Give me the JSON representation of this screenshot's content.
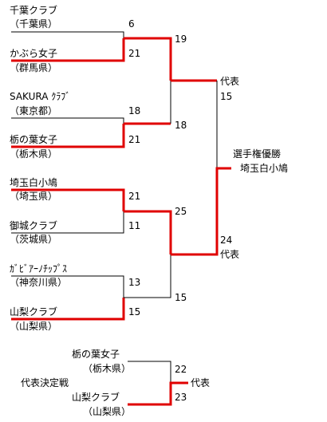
{
  "teams": [
    {
      "name": "千葉クラブ",
      "pref": "（千葉県）"
    },
    {
      "name": "かぶら女子",
      "pref": "（群馬県）"
    },
    {
      "name": "SAKURA ｸﾗﾌﾞ",
      "pref": "（東京都）"
    },
    {
      "name": "栃の葉女子",
      "pref": "（栃木県）"
    },
    {
      "name": "埼玉白小鳩",
      "pref": "（埼玉県）"
    },
    {
      "name": "御城クラブ",
      "pref": "（茨城県）"
    },
    {
      "name": "ｶﾞﾋﾞｱｰﾉﾁｯﾌﾟｽ",
      "pref": "（神奈川県）"
    },
    {
      "name": "山梨クラブ",
      "pref": "（山梨県）"
    }
  ],
  "scores": {
    "r1": [
      "6",
      "21",
      "18",
      "21",
      "21",
      "11",
      "13",
      "15"
    ],
    "r2": [
      "19",
      "18",
      "25",
      "15"
    ],
    "r3": [
      "15",
      "24"
    ]
  },
  "labels": {
    "rep_top": "代表",
    "rep_bottom": "代表",
    "champion_title": "選手権優勝",
    "champion_name": "埼玉白小鳩"
  },
  "playoff": {
    "title": "代表決定戦",
    "teams": [
      {
        "name": "栃の葉女子",
        "pref": "（栃木県）",
        "score": "22"
      },
      {
        "name": "山梨クラブ",
        "pref": "（山梨県）",
        "score": "23"
      }
    ],
    "result_label": "代表"
  },
  "colors": {
    "winner": "#e00000",
    "line": "#000000"
  }
}
